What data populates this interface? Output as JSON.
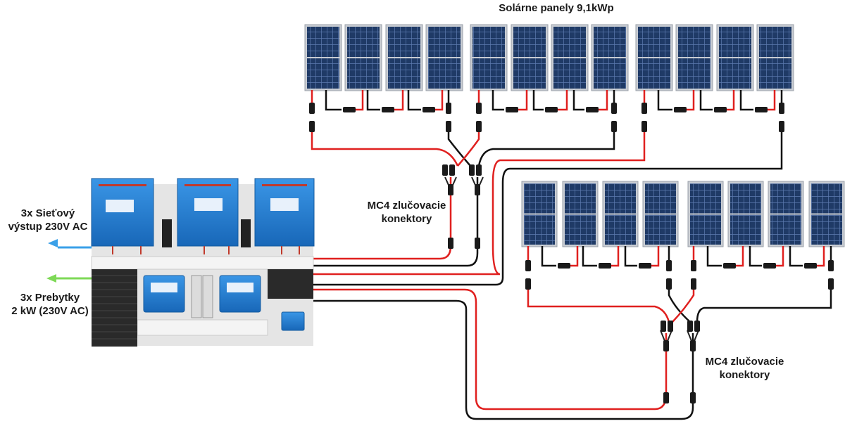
{
  "labels": {
    "title": "Solárne panely 9,1kWp",
    "mc4_top_line1": "MC4 zlučovacie",
    "mc4_top_line2": "konektory",
    "mc4_bottom_line1": "MC4 zlučovacie",
    "mc4_bottom_line2": "konektory",
    "grid_output_line1": "3x Sieťový",
    "grid_output_line2": "výstup 230V AC",
    "surplus_line1": "3x Prebytky",
    "surplus_line2": "2 kW (230V AC)"
  },
  "colors": {
    "panel_frame": "#c9cdd3",
    "panel_cell": "#1f3a66",
    "cable_red": "#e0201f",
    "cable_black": "#111111",
    "inverter_blue": "#1e7fd6",
    "arrow_blue": "#3aa0e8",
    "arrow_green": "#7ed957"
  },
  "panel_groups": {
    "top_row_count": 12,
    "bottom_row_count": 8
  },
  "icons": {
    "inverters": "inverter-icon",
    "charge_controllers": "mppt-controller-icon",
    "mc4_connector": "mc4-connector-icon"
  }
}
